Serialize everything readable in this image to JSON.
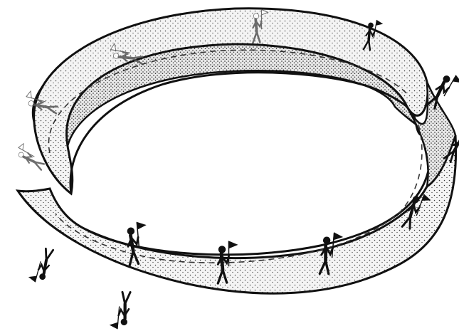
{
  "illustration": {
    "subject": "mobius-strip",
    "colors": {
      "ink": "#111111",
      "band_fill": "#f2f2f2",
      "stipple": "#3a3a3a",
      "background": "#ffffff"
    }
  },
  "figures": [
    {
      "icon": "walker-with-flag",
      "side": "back"
    },
    {
      "icon": "walker-with-flag",
      "side": "back"
    },
    {
      "icon": "walker-with-flag",
      "side": "back"
    },
    {
      "icon": "walker-with-flag",
      "side": "back"
    },
    {
      "icon": "walker-with-flag",
      "side": "front"
    },
    {
      "icon": "walker-with-flag",
      "side": "front"
    },
    {
      "icon": "walker-with-flag",
      "side": "front"
    },
    {
      "icon": "walker-with-flag",
      "side": "front"
    },
    {
      "icon": "walker-with-flag",
      "side": "front"
    },
    {
      "icon": "walker-with-flag",
      "side": "front"
    },
    {
      "icon": "walker-with-flag",
      "side": "front"
    },
    {
      "icon": "walker-with-flag",
      "side": "front"
    },
    {
      "icon": "walker-with-flag",
      "side": "front"
    }
  ]
}
